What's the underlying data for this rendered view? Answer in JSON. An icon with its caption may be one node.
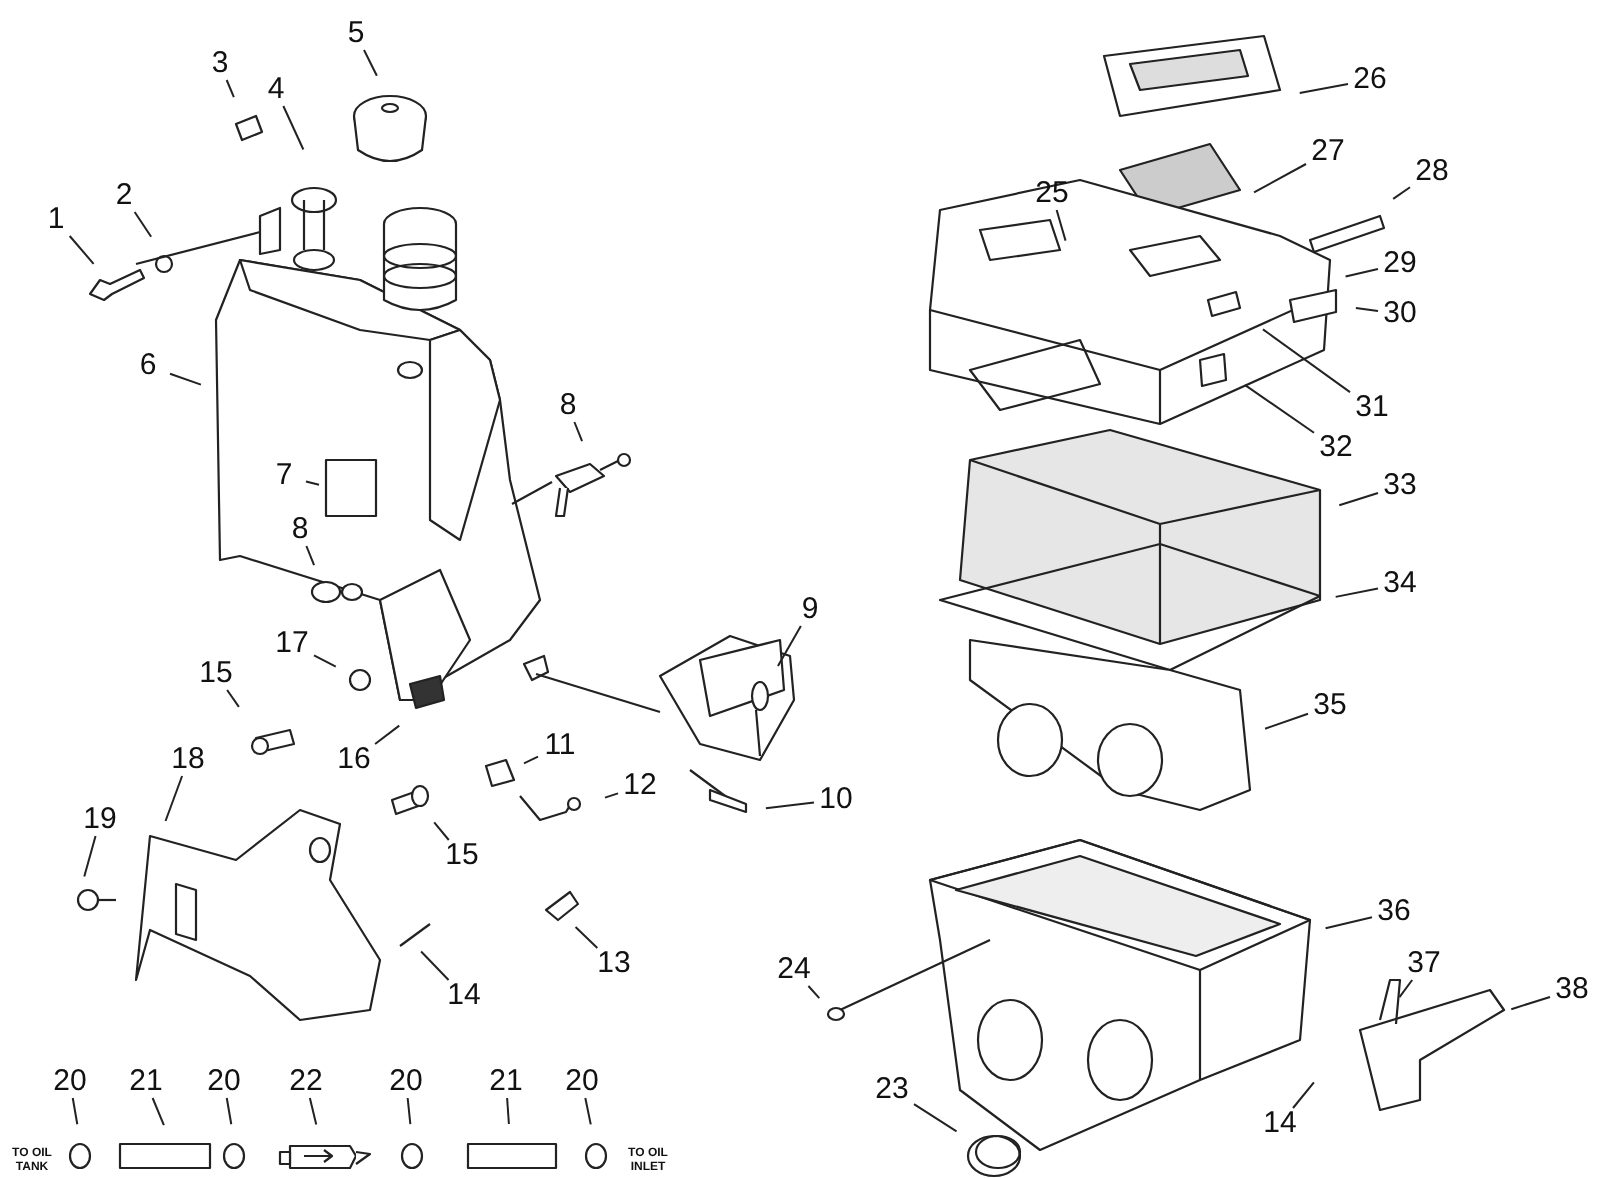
{
  "diagram": {
    "nodes": [
      {
        "text": [
          "1"
        ]
      },
      {
        "text": [
          "2"
        ]
      },
      {
        "text": [
          "3"
        ]
      },
      {
        "text": [
          "4"
        ]
      },
      {
        "text": [
          "5"
        ]
      },
      {
        "text": [
          "6"
        ]
      },
      {
        "text": [
          "7"
        ]
      },
      {
        "text": [
          "8"
        ]
      },
      {
        "text": [
          "8"
        ]
      },
      {
        "text": [
          "9"
        ]
      },
      {
        "text": [
          "10"
        ]
      },
      {
        "text": [
          "11"
        ]
      },
      {
        "text": [
          "12"
        ]
      },
      {
        "text": [
          "13"
        ]
      },
      {
        "text": [
          "14"
        ]
      },
      {
        "text": [
          "15"
        ]
      },
      {
        "text": [
          "15"
        ]
      },
      {
        "text": [
          "16"
        ]
      },
      {
        "text": [
          "17"
        ]
      },
      {
        "text": [
          "18"
        ]
      },
      {
        "text": [
          "19"
        ]
      },
      {
        "text": [
          "20"
        ]
      },
      {
        "text": [
          "21"
        ]
      },
      {
        "text": [
          "20"
        ]
      },
      {
        "text": [
          "22"
        ]
      },
      {
        "text": [
          "20"
        ]
      },
      {
        "text": [
          "21"
        ]
      },
      {
        "text": [
          "20"
        ]
      },
      {
        "text": [
          "23"
        ]
      },
      {
        "text": [
          "24"
        ]
      },
      {
        "text": [
          "25"
        ]
      },
      {
        "text": [
          "26"
        ]
      },
      {
        "text": [
          "27"
        ]
      },
      {
        "text": [
          "28"
        ]
      },
      {
        "text": [
          "29"
        ]
      },
      {
        "text": [
          "30"
        ]
      },
      {
        "text": [
          "31"
        ]
      },
      {
        "text": [
          "32"
        ]
      },
      {
        "text": [
          "33"
        ]
      },
      {
        "text": [
          "34"
        ]
      },
      {
        "text": [
          "35"
        ]
      },
      {
        "text": [
          "36"
        ]
      },
      {
        "text": [
          "37"
        ]
      },
      {
        "text": [
          "38"
        ]
      },
      {
        "text": [
          "14"
        ]
      }
    ],
    "edges": [
      {
        "from": 0,
        "to": null,
        "arrow": "none"
      },
      {
        "from": 1,
        "to": null,
        "arrow": "none"
      },
      {
        "from": 2,
        "to": null,
        "arrow": "none"
      },
      {
        "from": 3,
        "to": null,
        "arrow": "none"
      },
      {
        "from": 4,
        "to": null,
        "arrow": "none"
      },
      {
        "from": 5,
        "to": null,
        "arrow": "none"
      },
      {
        "from": 6,
        "to": null,
        "arrow": "none"
      },
      {
        "from": 7,
        "to": null,
        "arrow": "none"
      },
      {
        "from": 8,
        "to": null,
        "arrow": "none"
      },
      {
        "from": 9,
        "to": null,
        "arrow": "none"
      },
      {
        "from": 10,
        "to": null,
        "arrow": "none"
      },
      {
        "from": 11,
        "to": null,
        "arrow": "none"
      },
      {
        "from": 12,
        "to": null,
        "arrow": "none"
      },
      {
        "from": 13,
        "to": null,
        "arrow": "none"
      },
      {
        "from": 14,
        "to": null,
        "arrow": "none"
      },
      {
        "from": 15,
        "to": null,
        "arrow": "none"
      },
      {
        "from": 16,
        "to": null,
        "arrow": "none"
      },
      {
        "from": 17,
        "to": null,
        "arrow": "none"
      },
      {
        "from": 18,
        "to": null,
        "arrow": "none"
      },
      {
        "from": 19,
        "to": null,
        "arrow": "none"
      },
      {
        "from": 20,
        "to": null,
        "arrow": "none"
      },
      {
        "from": 21,
        "to": null,
        "arrow": "none"
      },
      {
        "from": 22,
        "to": null,
        "arrow": "none"
      },
      {
        "from": 23,
        "to": null,
        "arrow": "none"
      },
      {
        "from": 24,
        "to": null,
        "arrow": "none"
      },
      {
        "from": 25,
        "to": null,
        "arrow": "none"
      },
      {
        "from": 26,
        "to": null,
        "arrow": "none"
      },
      {
        "from": 27,
        "to": null,
        "arrow": "none"
      },
      {
        "from": 28,
        "to": null,
        "arrow": "none"
      },
      {
        "from": 29,
        "to": null,
        "arrow": "none"
      },
      {
        "from": 30,
        "to": null,
        "arrow": "none"
      },
      {
        "from": 31,
        "to": null,
        "arrow": "none"
      },
      {
        "from": 32,
        "to": null,
        "arrow": "none"
      },
      {
        "from": 33,
        "to": null,
        "arrow": "none"
      },
      {
        "from": 34,
        "to": null,
        "arrow": "none"
      },
      {
        "from": 35,
        "to": null,
        "arrow": "none"
      },
      {
        "from": 36,
        "to": null,
        "arrow": "none"
      },
      {
        "from": 37,
        "to": null,
        "arrow": "none"
      },
      {
        "from": 38,
        "to": null,
        "arrow": "none"
      },
      {
        "from": 39,
        "to": null,
        "arrow": "none"
      },
      {
        "from": 40,
        "to": null,
        "arrow": "none"
      },
      {
        "from": 41,
        "to": null,
        "arrow": "none"
      },
      {
        "from": 42,
        "to": null,
        "arrow": "none"
      },
      {
        "from": 43,
        "to": null,
        "arrow": "none"
      },
      {
        "from": 44,
        "to": null,
        "arrow": "none"
      }
    ],
    "labels": [
      "TO OIL TANK",
      "TO OIL INLET"
    ]
  }
}
